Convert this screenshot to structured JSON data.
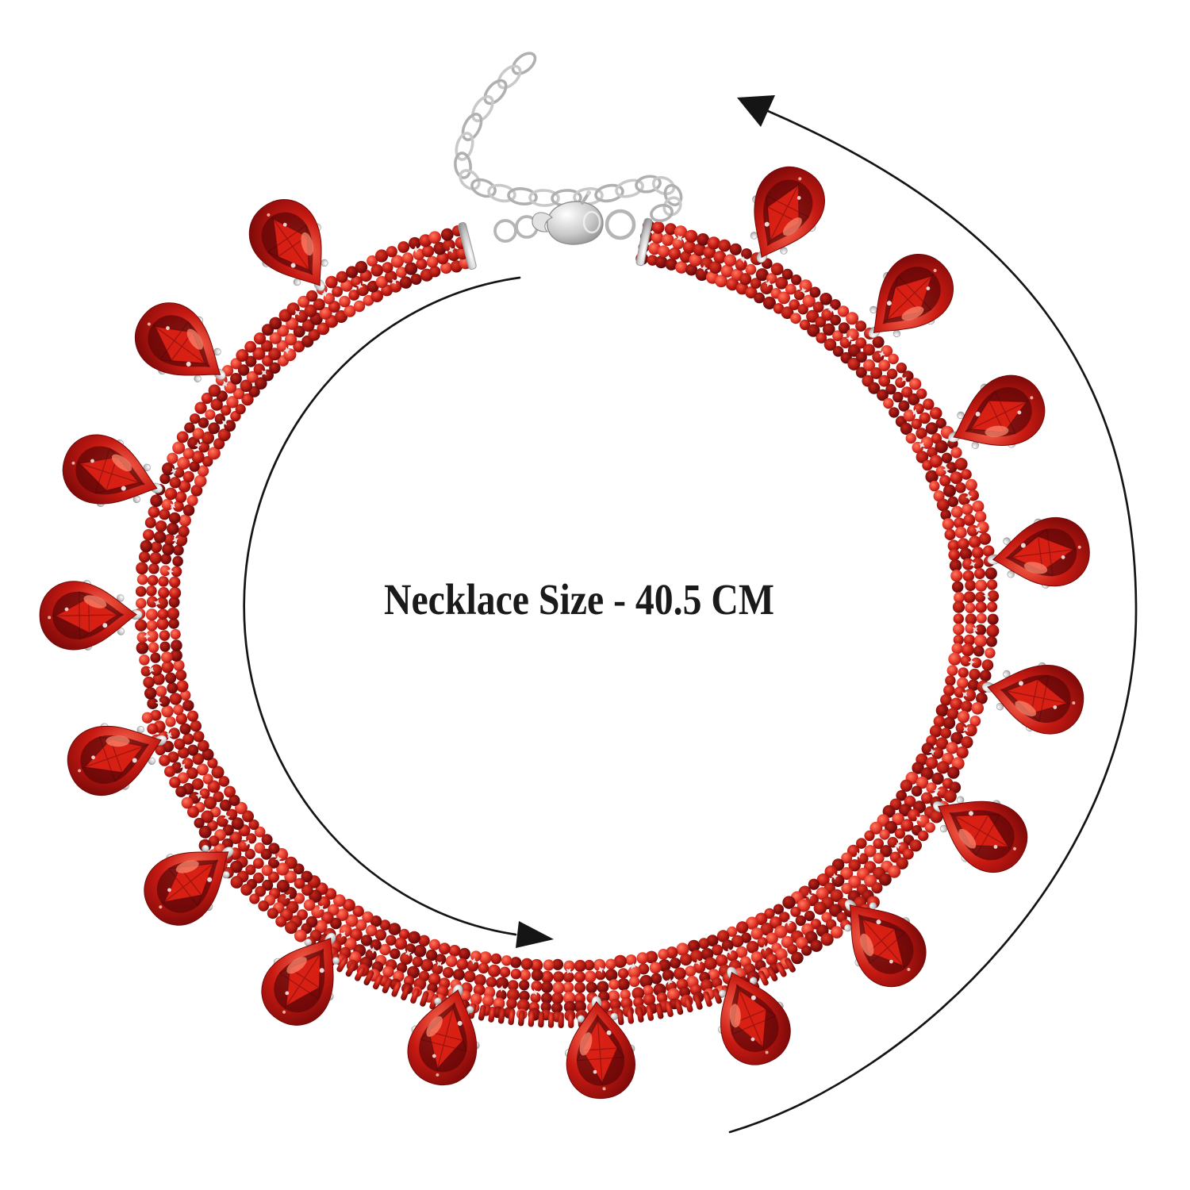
{
  "page": {
    "background_color": "#ffffff"
  },
  "label": {
    "text": "Necklace Size - 40.5 CM",
    "color": "#1a1a1a"
  },
  "necklace": {
    "description": "red crystal rhinestone collar necklace laid in a circle",
    "drop_count": 17,
    "band_rows": 4,
    "chain_link_count": 21,
    "colors": {
      "crystal_bright": "#e3362a",
      "crystal_mid": "#b01911",
      "crystal_dark": "#6f0a08",
      "crystal_highlight": "#ff8d72",
      "metal_silver": "#c9c9c9",
      "metal_silver_dark": "#8e8e8e"
    }
  },
  "arrows": {
    "color": "#151515",
    "inner_icon": "curved-arrow",
    "outer_icon": "curved-arrow"
  }
}
